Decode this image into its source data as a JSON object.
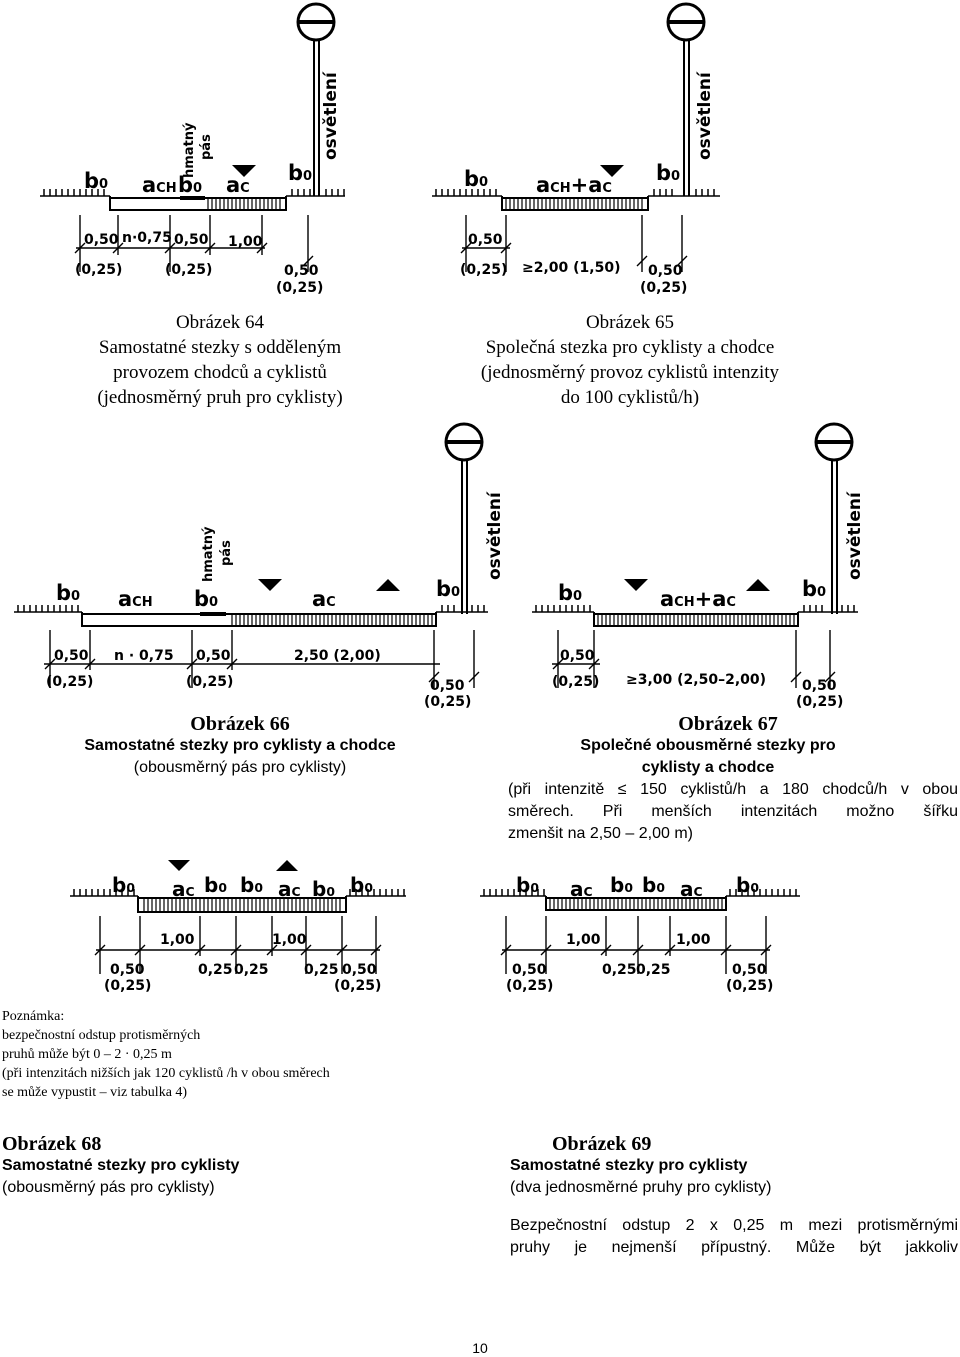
{
  "figures": {
    "fig64": {
      "lamp_label": "osvětlení",
      "tactile_label": [
        "hmatný",
        "pás"
      ],
      "top_labels": [
        "b",
        "a",
        "b",
        "a",
        "b"
      ],
      "top_subs": [
        "0",
        "CH",
        "0",
        "C",
        "0"
      ],
      "dims_row1": [
        "0,50",
        "n·0,75",
        "0,50",
        "1,00"
      ],
      "dims_row2": [
        "(0,25)",
        "(0,25)",
        "0,50"
      ],
      "dims_row3": [
        "(0,25)"
      ]
    },
    "fig65": {
      "lamp_label": "osvětlení",
      "top_labels": [
        "b",
        "a",
        "+a",
        "b"
      ],
      "top_subs": [
        "0",
        "CH",
        "C",
        "0"
      ],
      "dims_row1": [
        "0,50"
      ],
      "dims_row2": [
        "(0,25)",
        "≥2,00 (1,50)",
        "0,50"
      ],
      "dims_row3": [
        "(0,25)"
      ]
    },
    "fig66": {
      "lamp_label": "osvětlení",
      "tactile_label": [
        "hmatný",
        "pás"
      ],
      "top_labels": [
        "b",
        "a",
        "b",
        "a",
        "b"
      ],
      "top_subs": [
        "0",
        "CH",
        "0",
        "C",
        "0"
      ],
      "dims_row1": [
        "0,50",
        "n · 0,75",
        "0,50",
        "2,50 (2,00)"
      ],
      "dims_row2": [
        "(0,25)",
        "(0,25)",
        "0,50"
      ],
      "dims_row3": [
        "(0,25)"
      ]
    },
    "fig67": {
      "lamp_label": "osvětlení",
      "top_labels": [
        "b",
        "a",
        "+a",
        "b"
      ],
      "top_subs": [
        "0",
        "CH",
        "C",
        "0"
      ],
      "dims_row1": [
        "0,50"
      ],
      "dims_row2": [
        "(0,25)",
        "≥3,00 (2,50–2,00)",
        "0,50"
      ],
      "dims_row3": [
        "(0,25)"
      ]
    },
    "fig68": {
      "top_labels": [
        "b",
        "a",
        "b",
        "b",
        "a",
        "b",
        "b"
      ],
      "top_subs": [
        "0",
        "C",
        "0",
        "0",
        "C",
        "0",
        "0"
      ],
      "dims_row1": [
        "1,00",
        "1,00"
      ],
      "dims_row2": [
        "0,50",
        "0,25",
        "0,25",
        "0,25",
        "0,50"
      ],
      "dims_row3": [
        "(0,25)",
        "(0,25)"
      ]
    },
    "fig69": {
      "top_labels": [
        "b",
        "a",
        "b",
        "b",
        "a",
        "b"
      ],
      "top_subs": [
        "0",
        "C",
        "0",
        "0",
        "C",
        "0"
      ],
      "dims_row1": [
        "1,00",
        "1,00"
      ],
      "dims_row2": [
        "0,50",
        "0,25",
        "0,25",
        "0,50"
      ],
      "dims_row3": [
        "(0,25)",
        "(0,25)"
      ]
    }
  },
  "captions": {
    "fig64": {
      "title": "Obrázek 64",
      "line1": "Samostatné stezky s odděleným",
      "line2": "provozem chodců a cyklistů",
      "line3": "(jednosměrný pruh pro cyklisty)"
    },
    "fig65": {
      "title": "Obrázek 65",
      "line1": "Společná stezka pro cyklisty a chodce",
      "line2": "(jednosměrný provoz cyklistů intenzity",
      "line3": "do 100 cyklistů/h)"
    },
    "fig66": {
      "title": "Obrázek 66",
      "line1": "Samostatné stezky pro cyklisty a chodce",
      "line2": "(obousměrný pás pro cyklisty)"
    },
    "fig67": {
      "title": "Obrázek 67",
      "line1": "Společné obousměrné stezky pro",
      "line2": "cyklisty a chodce",
      "line3": "(při intenzitě  ≤  150 cyklistů/h a 180 chodců/h v obou",
      "line4": "směrech. Při menších intenzitách možno šířku",
      "line5": "zmenšit na 2,50 – 2,00 m)"
    },
    "fig68": {
      "title": "Obrázek 68",
      "line1": "Samostatné stezky pro cyklisty",
      "line2": "(obousměrný pás pro cyklisty)"
    },
    "fig69": {
      "title": "Obrázek 69",
      "line1": "Samostatné stezky pro cyklisty",
      "line2": "(dva jednosměrné pruhy pro cyklisty)",
      "line3": "Bezpečnostní odstup 2 x 0,25 m mezi protisměrnými",
      "line4": "pruhy je nejmenší přípustný. Může být jakkoliv"
    }
  },
  "note": {
    "line1": "Poznámka:",
    "line2": "bezpečnostní odstup protisměrných",
    "line3": "pruhů může být 0 – 2 · 0,25 m",
    "line4": "(při intenzitách nižších jak 120 cyklistů /h v obou směrech",
    "line5": "se může vypustit – viz tabulka 4)"
  },
  "page_number": "10"
}
